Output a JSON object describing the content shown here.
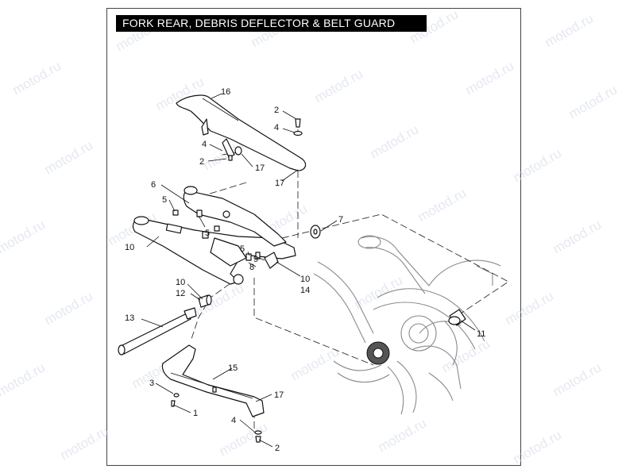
{
  "title": "FORK REAR, DEBRIS DEFLECTOR & BELT GUARD",
  "watermark": "motod.ru",
  "callouts": {
    "c16": "16",
    "c2a": "2",
    "c4a": "4",
    "c4b": "4",
    "c2b": "2",
    "c17a": "17",
    "c17b": "17",
    "c6": "6",
    "c5a": "5",
    "c5b": "5",
    "c7": "7",
    "c10a": "10",
    "c5c": "5",
    "c9": "9",
    "c8": "8",
    "c10b": "10",
    "c14": "14",
    "c10c": "10",
    "c12": "12",
    "c13": "13",
    "c11": "11",
    "c15": "15",
    "c3": "3",
    "c1": "1",
    "c17c": "17",
    "c4c": "4",
    "c2c": "2"
  }
}
